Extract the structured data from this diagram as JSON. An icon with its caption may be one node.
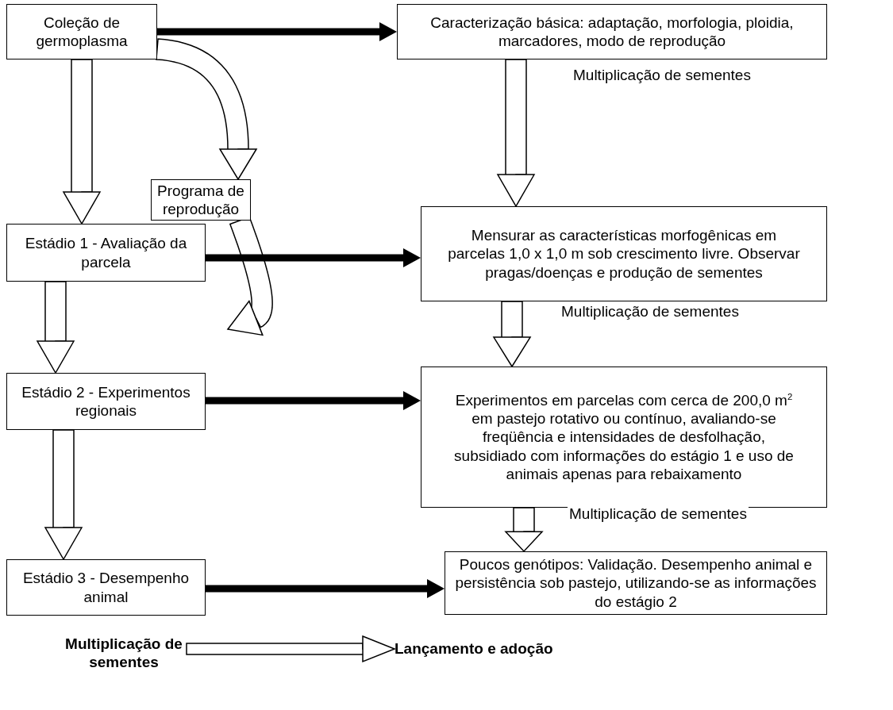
{
  "diagram": {
    "nodes": [
      {
        "text": [
          "Coleção de germoplasma"
        ]
      },
      {
        "text": [
          "Caracterização básica: adaptação, morfologia, ploidia, marcadores, modo de reprodução"
        ]
      },
      {
        "text": [
          "Programa de reprodução"
        ]
      },
      {
        "text": [
          "Estádio 1 - Avaliação da parcela"
        ]
      },
      {
        "text": [
          "Mensurar as características morfogênicas em parcelas 1,0 x 1,0 m sob crescimento livre. Observar pragas/doenças e produção de sementes"
        ]
      },
      {
        "text": [
          "Estádio 2 - Experimentos regionais"
        ]
      },
      {
        "text": [
          "Experimentos em parcelas com cerca de 200,0 m$^{2}$ em pastejo rotativo ou contínuo, avaliando-se freqüência e intensidades de desfolhação, subsidiado com informações do estágio 1 e uso de animais apenas para rebaixamento"
        ]
      },
      {
        "text": [
          "Estádio 3 - Desempenho animal"
        ]
      },
      {
        "text": [
          "Poucos genótipos: Validação. Desempenho animal e persistência sob pastejo, utilizando-se as informações do estágio 2"
        ]
      },
      {
        "text": [
          "Multiplicação de sementes"
        ]
      },
      {
        "text": [
          "Lançamento e adoção"
        ]
      }
    ],
    "edges": [
      {
        "from": 0,
        "to": 1,
        "arrow": "to",
        "style": "thick"
      },
      {
        "from": 0,
        "to": 2,
        "arrow": "to"
      },
      {
        "from": 0,
        "to": 3,
        "arrow": "to"
      },
      {
        "from": 1,
        "to": 4,
        "arrow": "to",
        "label": "Multiplicação de sementes"
      },
      {
        "from": 2,
        "to": null,
        "arrow": "to"
      },
      {
        "from": 3,
        "to": 4,
        "arrow": "to",
        "style": "thick"
      },
      {
        "from": 3,
        "to": 5,
        "arrow": "to"
      },
      {
        "from": 4,
        "to": 6,
        "arrow": "to",
        "label": "Multiplicação de sementes"
      },
      {
        "from": 5,
        "to": 6,
        "arrow": "to",
        "style": "thick"
      },
      {
        "from": 5,
        "to": 7,
        "arrow": "to"
      },
      {
        "from": 6,
        "to": 8,
        "arrow": "to",
        "label": "Multiplicação de sementes"
      },
      {
        "from": 7,
        "to": 8,
        "arrow": "to",
        "style": "thick"
      },
      {
        "from": 9,
        "to": 10,
        "arrow": "to"
      }
    ]
  }
}
